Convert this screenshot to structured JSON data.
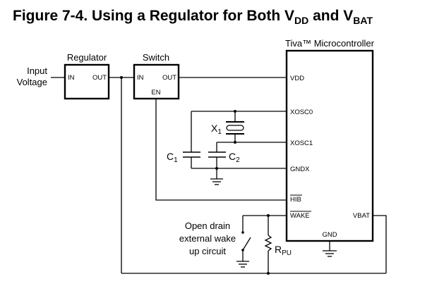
{
  "figure": {
    "title_prefix": "Figure 7-4. Using a Regulator for Both V",
    "title_sub1": "DD",
    "title_mid": " and V",
    "title_sub2": "BAT"
  },
  "input": {
    "line1": "Input",
    "line2": "Voltage"
  },
  "regulator": {
    "label": "Regulator",
    "pin_in": "IN",
    "pin_out": "OUT"
  },
  "switch": {
    "label": "Switch",
    "pin_in": "IN",
    "pin_out": "OUT",
    "pin_en": "EN"
  },
  "microcontroller": {
    "label": "Tiva™ Microcontroller",
    "pins": {
      "vdd": "VDD",
      "xosc0": "XOSC0",
      "xosc1": "XOSC1",
      "gndx": "GNDX",
      "hib": "HIB",
      "wake": "WAKE",
      "vbat": "VBAT",
      "gnd": "GND"
    }
  },
  "components": {
    "crystal": {
      "name": "X",
      "sub": "1"
    },
    "c1": {
      "name": "C",
      "sub": "1"
    },
    "c2": {
      "name": "C",
      "sub": "2"
    },
    "rpu": {
      "name": "R",
      "sub": "PU"
    }
  },
  "wake_circuit": {
    "line1": "Open drain",
    "line2": "external wake",
    "line3": "up circuit"
  }
}
